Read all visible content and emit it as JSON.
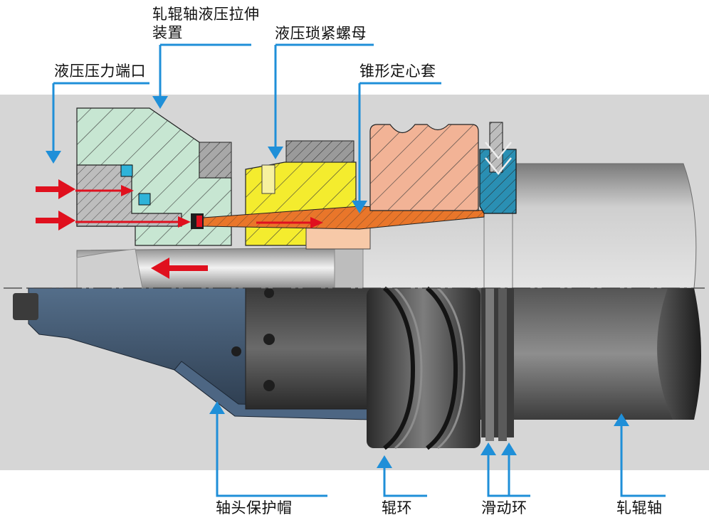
{
  "labels": {
    "stretcher_line1": "轧辊轴液压拉伸",
    "stretcher_line2": "装置",
    "pressure_port": "液压压力端口",
    "lock_nut": "液压琐紧螺母",
    "taper_sleeve": "锥形定心套",
    "end_cap": "轴头保护帽",
    "roll_ring": "辊环",
    "slip_ring": "滑动环",
    "roll_shaft": "轧辊轴"
  },
  "colors": {
    "background_band": "#d6d6d6",
    "callout": "#1f8fd8",
    "pressure_arrow": "#e0101e",
    "stretcher_body": "#c7e6d2",
    "lock_nut": "#f4ec2e",
    "roll_ring": "#f2b396",
    "taper_sleeve": "#e9762a",
    "seal": "#2fb3d9",
    "slip_ring": "#2a8fb3",
    "end_cap": "#3f5871",
    "shaft": "#a9a9a9"
  }
}
